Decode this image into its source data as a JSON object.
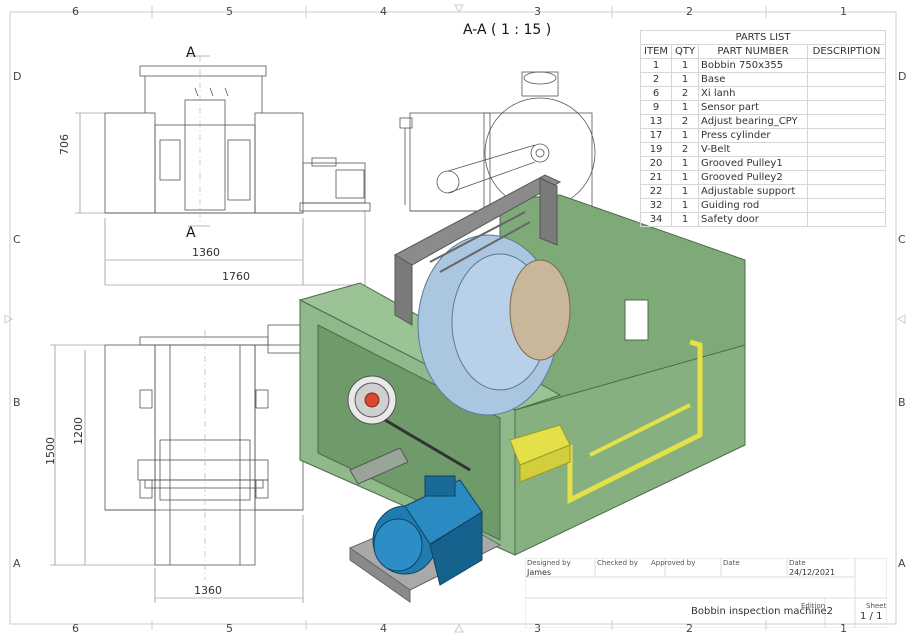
{
  "zones": {
    "top": [
      "6",
      "5",
      "4",
      "3",
      "2",
      "1"
    ],
    "side": [
      "D",
      "C",
      "B",
      "A"
    ]
  },
  "section_title": "A-A ( 1 : 15 )",
  "section_markers": [
    "A",
    "A"
  ],
  "dimensions": {
    "top_height": "706",
    "top_width_inner": "1360",
    "top_width_outer": "1760",
    "bottom_height_outer": "1500",
    "bottom_height_inner": "1200",
    "bottom_width": "1360"
  },
  "parts_list": {
    "title": "PARTS LIST",
    "headers": [
      "ITEM",
      "QTY",
      "PART NUMBER",
      "DESCRIPTION"
    ],
    "rows": [
      {
        "item": "1",
        "qty": "1",
        "part": "Bobbin 750x355",
        "desc": ""
      },
      {
        "item": "2",
        "qty": "1",
        "part": "Base",
        "desc": ""
      },
      {
        "item": "6",
        "qty": "2",
        "part": "Xi lanh",
        "desc": ""
      },
      {
        "item": "9",
        "qty": "1",
        "part": "Sensor part",
        "desc": ""
      },
      {
        "item": "13",
        "qty": "2",
        "part": "Adjust bearing_CPY",
        "desc": ""
      },
      {
        "item": "17",
        "qty": "1",
        "part": "Press cylinder",
        "desc": ""
      },
      {
        "item": "19",
        "qty": "2",
        "part": "V-Belt",
        "desc": ""
      },
      {
        "item": "20",
        "qty": "1",
        "part": "Grooved Pulley1",
        "desc": ""
      },
      {
        "item": "21",
        "qty": "1",
        "part": "Grooved Pulley2",
        "desc": ""
      },
      {
        "item": "22",
        "qty": "1",
        "part": "Adjustable support",
        "desc": ""
      },
      {
        "item": "32",
        "qty": "1",
        "part": "Guiding rod",
        "desc": ""
      },
      {
        "item": "34",
        "qty": "1",
        "part": "Safety door",
        "desc": ""
      }
    ]
  },
  "title_block": {
    "designed_by_label": "Designed by",
    "checked_by_label": "Checked by",
    "approved_by_label": "Approved by",
    "date_label": "Date",
    "date2_label": "Date",
    "designer": "James",
    "date": "24/12/2021",
    "title": "Bobbin inspection machine2",
    "edition_label": "Edition",
    "sheet_label": "Sheet",
    "sheet": "1 / 1"
  },
  "colors": {
    "frame_green": "#8fb98a",
    "bobbin_blue": "#aac6e0",
    "motor_blue": "#1f7bb0",
    "rail_yellow": "#e4e04a",
    "guard_grey": "#8b8b8b"
  }
}
